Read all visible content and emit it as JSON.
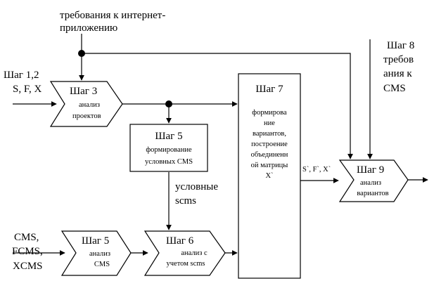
{
  "requirements": {
    "line1": "требования к интернет-",
    "line2": "приложению"
  },
  "step8": {
    "line1": "Шаг 8",
    "line2": "требов",
    "line3": "ания к",
    "line4": "CMS"
  },
  "step12": {
    "line1": "Шаг 1,2",
    "line2": "S, F, X"
  },
  "step3": {
    "title": "Шаг 3",
    "line1": "анализ",
    "line2": "проектов"
  },
  "step5a": {
    "title": "Шаг 5",
    "line1": "формирование",
    "line2": "условных CMS"
  },
  "conditional_label": {
    "line1": "условные",
    "line2": "scms"
  },
  "step7": {
    "title": "Шаг 7",
    "lines": [
      "формирова",
      "ние",
      "вариантов,",
      "построение",
      "объединенн",
      "ой матрицы",
      "X`"
    ]
  },
  "output_label": "S`, F`, X`",
  "step9": {
    "title": "Шаг 9",
    "line1": "анализ",
    "line2": "вариантов"
  },
  "inputs_cms": {
    "line1": "CMS,",
    "line2": "FCMS,",
    "line3": "XCMS"
  },
  "step5b": {
    "title": "Шаг 5",
    "line1": "анализ",
    "line2": "CMS"
  },
  "step6": {
    "title": "Шаг 6",
    "line1": "анализ с",
    "line2": "учетом scms"
  }
}
